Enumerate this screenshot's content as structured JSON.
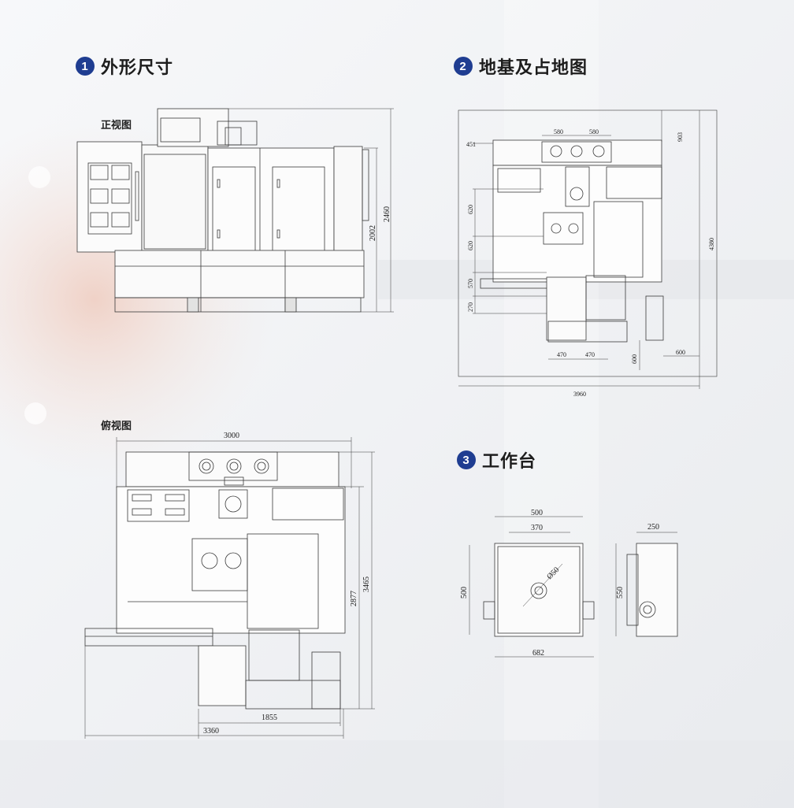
{
  "sections": {
    "outline": {
      "number": "1",
      "title": "外形尺寸"
    },
    "foundation": {
      "number": "2",
      "title": "地基及占地图"
    },
    "table": {
      "number": "3",
      "title": "工作台"
    }
  },
  "views": {
    "front": "正视图",
    "top": "俯视图"
  },
  "dims": {
    "front": {
      "height_total": "2460",
      "height_body": "2002"
    },
    "top": {
      "width": "3000",
      "depth_total": "3465",
      "depth_body": "2877",
      "base_width": "1855",
      "total_width": "3360"
    },
    "foundation": {
      "top_a": "580",
      "top_b": "580",
      "left_451": "451",
      "right_903": "903",
      "left_620a": "620",
      "left_620b": "620",
      "left_570": "570",
      "left_270": "270",
      "right_4380": "4380",
      "bottom_470a": "470",
      "bottom_470b": "470",
      "bottom_600a": "600",
      "bottom_600b": "600",
      "bottom_3960": "3960"
    },
    "worktable": {
      "w500": "500",
      "w370": "370",
      "h500": "500",
      "w682": "682",
      "dia": "Ø50",
      "side_w": "250",
      "side_h": "550"
    }
  },
  "colors": {
    "badge": "#1f3d91",
    "line": "#3a3a3a",
    "accent_bg": "#e9c7ba"
  }
}
